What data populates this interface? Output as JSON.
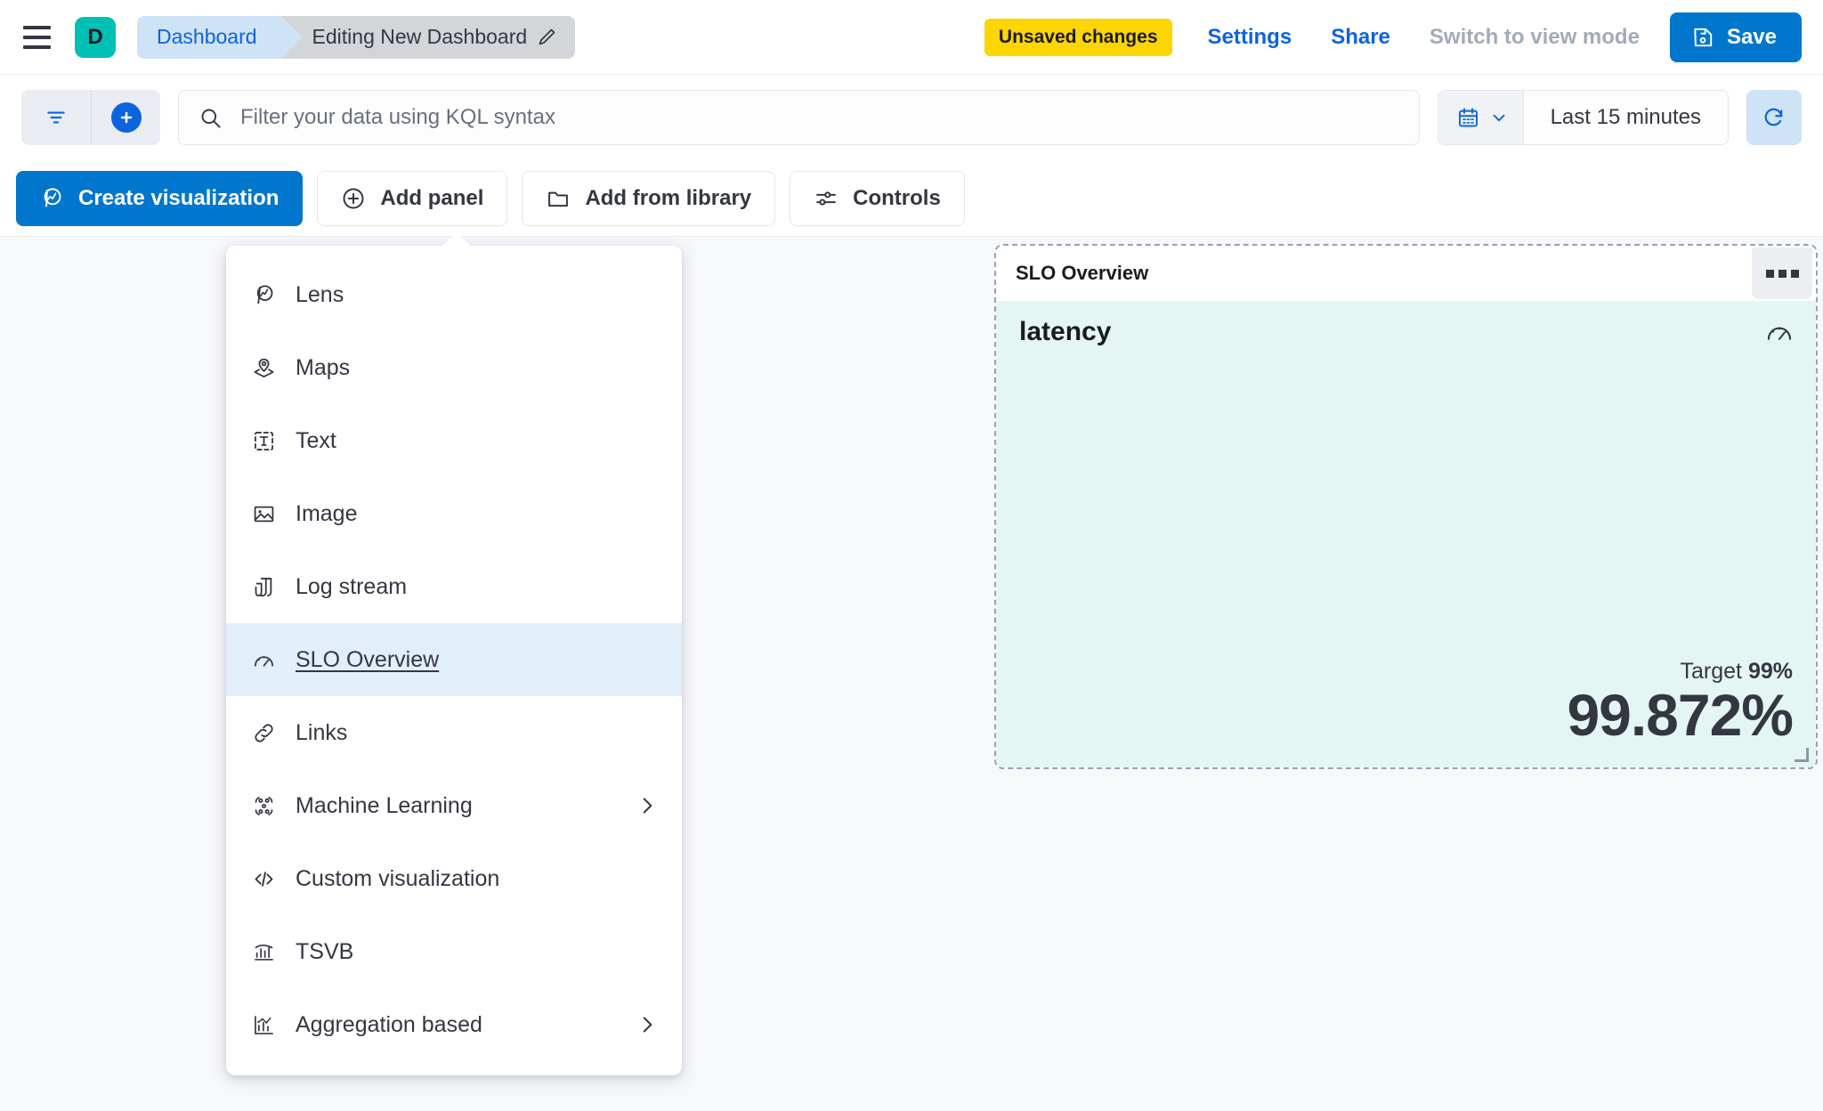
{
  "header": {
    "menu_icon": "hamburger-icon",
    "avatar_letter": "D",
    "breadcrumbs": [
      {
        "label": "Dashboard",
        "icon": ""
      },
      {
        "label": "Editing New Dashboard",
        "icon": "pencil-icon"
      }
    ],
    "unsaved_badge": "Unsaved changes",
    "settings_link": "Settings",
    "share_link": "Share",
    "view_mode_link": "Switch to view mode",
    "save_label": "Save",
    "save_icon": "save-disk-icon"
  },
  "querybar": {
    "filter_icon": "filter-icon",
    "add_filter_icon": "plus-circle-icon",
    "search_icon": "search-icon",
    "search_value": "",
    "search_placeholder": "Filter your data using KQL syntax",
    "calendar_icon": "calendar-icon",
    "calendar_chevron": "chevron-down-icon",
    "time_range": "Last 15 minutes",
    "refresh_icon": "refresh-icon"
  },
  "toolbar": {
    "buttons": [
      {
        "label": "Create visualization",
        "icon": "lens-icon",
        "primary": true
      },
      {
        "label": "Add panel",
        "icon": "plus-circle-icon",
        "primary": false
      },
      {
        "label": "Add from library",
        "icon": "folder-icon",
        "primary": false
      },
      {
        "label": "Controls",
        "icon": "controls-sliders-icon",
        "primary": false
      }
    ]
  },
  "add_panel_menu": {
    "items": [
      {
        "label": "Lens",
        "icon": "lens-icon",
        "active": false,
        "submenu": false
      },
      {
        "label": "Maps",
        "icon": "map-pin-layers-icon",
        "active": false,
        "submenu": false
      },
      {
        "label": "Text",
        "icon": "text-box-icon",
        "active": false,
        "submenu": false
      },
      {
        "label": "Image",
        "icon": "image-icon",
        "active": false,
        "submenu": false
      },
      {
        "label": "Log stream",
        "icon": "log-stream-icon",
        "active": false,
        "submenu": false
      },
      {
        "label": "SLO Overview",
        "icon": "gauge-icon",
        "active": true,
        "submenu": false
      },
      {
        "label": "Links",
        "icon": "link-icon",
        "active": false,
        "submenu": false
      },
      {
        "label": "Machine Learning",
        "icon": "machine-learning-icon",
        "active": false,
        "submenu": true
      },
      {
        "label": "Custom visualization",
        "icon": "code-icon",
        "active": false,
        "submenu": false
      },
      {
        "label": "TSVB",
        "icon": "tsvb-chart-icon",
        "active": false,
        "submenu": false
      },
      {
        "label": "Aggregation based",
        "icon": "aggregation-chart-icon",
        "active": false,
        "submenu": true
      }
    ]
  },
  "slo_panel": {
    "title": "SLO Overview",
    "context_menu_icon": "panel-context-menu-icon",
    "slo_name": "latency",
    "slo_icon": "gauge-icon",
    "target_label": "Target",
    "target_value": "99%",
    "current_value": "99.872%",
    "body_color": "#e4f6f4"
  },
  "colors": {
    "accent_blue": "#0077cc",
    "link_blue": "#0b64dd",
    "warning_yellow": "#fcd502",
    "avatar_teal": "#00bfb3",
    "page_bg": "#f7f8fc"
  }
}
